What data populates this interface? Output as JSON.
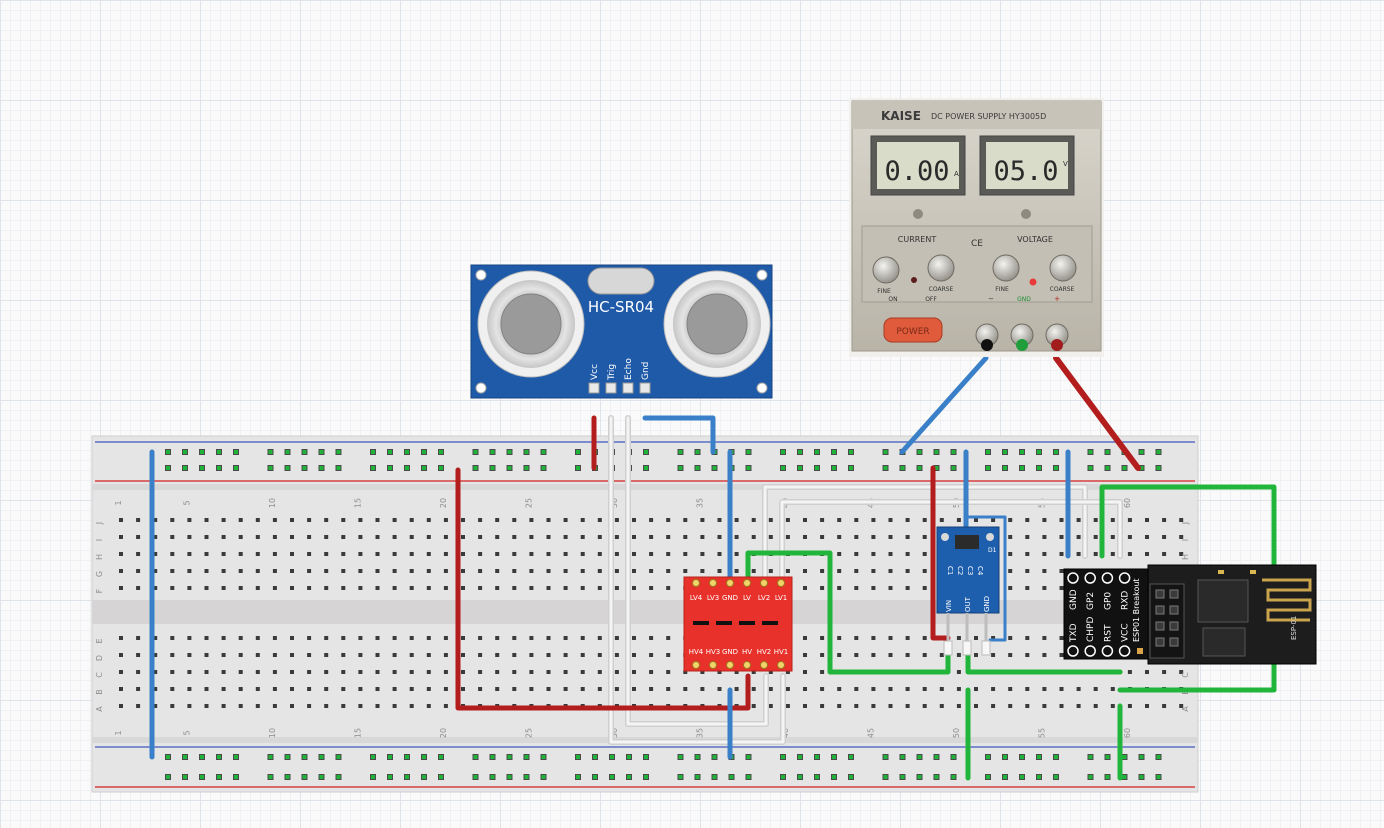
{
  "breadboard": {
    "column_numbers": [
      "1",
      "5",
      "10",
      "15",
      "20",
      "25",
      "30",
      "35",
      "40",
      "45",
      "50",
      "55",
      "60"
    ],
    "row_letters_top": [
      "J",
      "I",
      "H",
      "G",
      "F"
    ],
    "row_letters_bottom": [
      "E",
      "D",
      "C",
      "B",
      "A"
    ]
  },
  "sensor": {
    "name": "HC-SR04",
    "pins": [
      "Vcc",
      "Trig",
      "Echo",
      "Gnd"
    ]
  },
  "power_supply": {
    "brand": "KAISE",
    "model": "DC POWER SUPPLY HY3005D",
    "current_display": "0.00",
    "current_unit": "A",
    "voltage_display": "05.0",
    "voltage_unit": "V",
    "current_label": "CURRENT",
    "voltage_label": "VOLTAGE",
    "knob_fine": "FINE",
    "knob_coarse": "COARSE",
    "on_label": "ON",
    "off_label": "OFF",
    "power_button": "POWER",
    "ce_mark": "CE",
    "minus": "−",
    "gnd": "GND",
    "plus": "+"
  },
  "level_shifter": {
    "top_pins": [
      "LV4",
      "LV3",
      "GND",
      "LV",
      "LV2",
      "LV1"
    ],
    "bottom_pins": [
      "HV4",
      "HV3",
      "GND",
      "HV",
      "HV2",
      "HV1"
    ]
  },
  "regulator": {
    "top_label": "D1",
    "side_labels": [
      "C1",
      "C2",
      "C3",
      "C4"
    ],
    "pins": [
      "VIN",
      "OUT",
      "GND"
    ]
  },
  "esp01": {
    "breakout_label": "ESP01 Breakout",
    "pins_top": [
      "GND",
      "GP2",
      "GP0",
      "RXD"
    ],
    "pins_bottom": [
      "TXD",
      "CHPD",
      "RST",
      "VCC"
    ],
    "module_label": "ESP-01"
  },
  "colors": {
    "wire_red": "#b31d1d",
    "wire_blue": "#3a80c9",
    "wire_green": "#22b53b",
    "wire_white": "#e8e8e8",
    "pcb_blue": "#1f5aa8",
    "shifter_red": "#e8312a",
    "esp_black": "#1d1d1d"
  }
}
